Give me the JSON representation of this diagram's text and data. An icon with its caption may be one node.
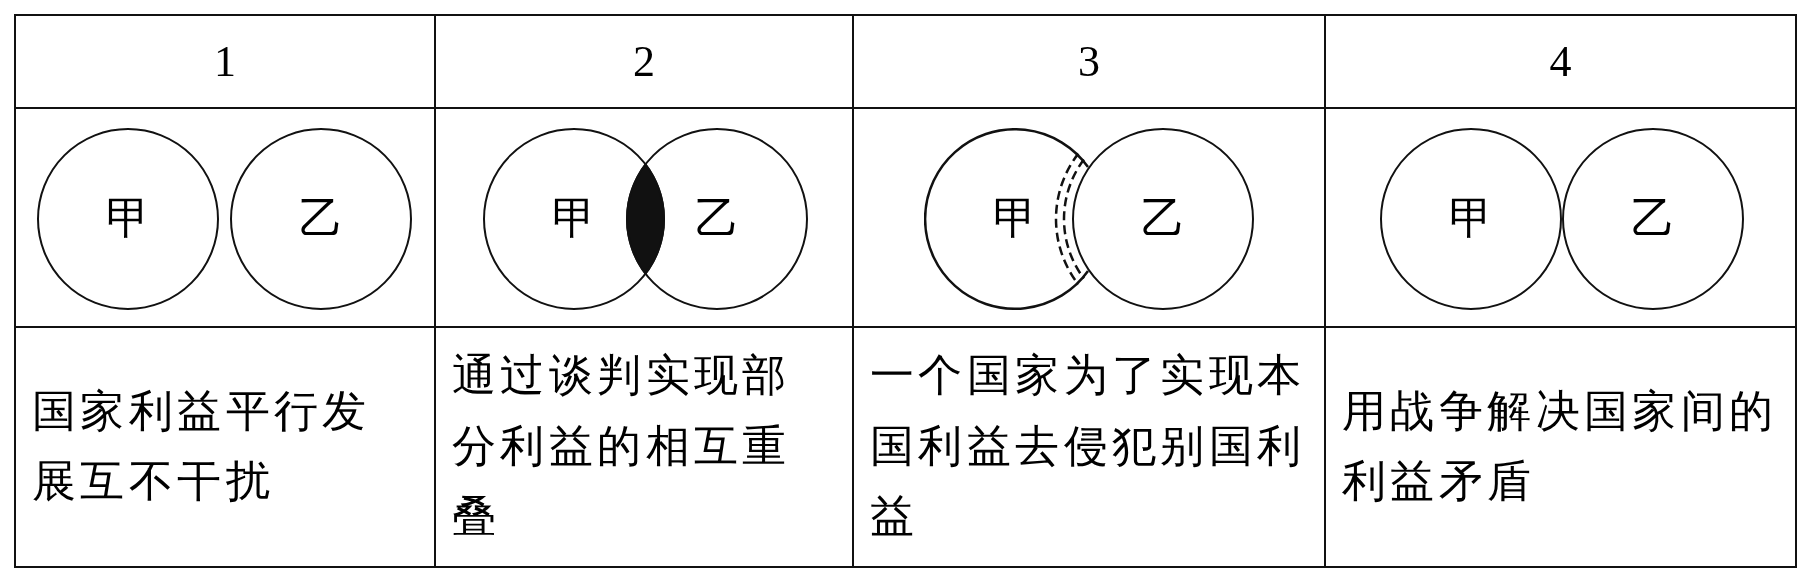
{
  "diagram": {
    "nodes": [
      {
        "text": [
          "甲"
        ]
      },
      {
        "text": [
          "乙"
        ]
      },
      {
        "text": [
          "甲"
        ]
      },
      {
        "text": [
          "乙"
        ]
      },
      {
        "text": [
          "甲"
        ]
      },
      {
        "text": [
          "乙"
        ]
      },
      {
        "text": [
          "甲"
        ]
      },
      {
        "text": [
          "乙"
        ]
      },
      {
        "text": [],
        "shape": "lens"
      }
    ],
    "labels": [
      "1",
      "2",
      "3",
      "4",
      "国家利益平行发展互不干扰",
      "通过谈判实现部分利益的相互重叠",
      "一个国家为了实现本国利益去侵犯别国利益",
      "用战争解决国家间的利益矛盾"
    ]
  }
}
